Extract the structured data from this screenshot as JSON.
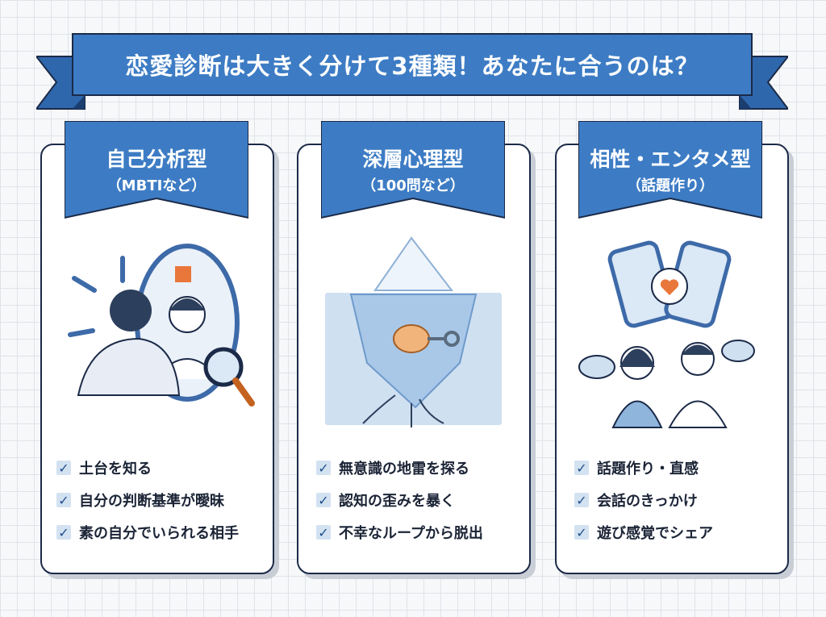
{
  "title": "恋愛診断は大きく分けて3種類！あなたに合うのは？",
  "colors": {
    "banner": "#3d7cc4",
    "banner_dark": "#22508f",
    "outline": "#1b2a48",
    "check_bg": "#d3e2f1"
  },
  "cards": [
    {
      "heading": "自己分析型",
      "subheading": "（MBTIなど）",
      "illustration": "mirror-self-analysis-icon",
      "items": [
        "土台を知る",
        "自分の判断基準が曖昧",
        "素の自分でいられる相手"
      ]
    },
    {
      "heading": "深層心理型",
      "subheading": "（100問など）",
      "illustration": "iceberg-brain-key-icon",
      "items": [
        "無意識の地雷を探る",
        "認知の歪みを暴く",
        "不幸なループから脱出"
      ]
    },
    {
      "heading": "相性・エンタメ型",
      "subheading": "（話題作り）",
      "illustration": "couple-chat-phones-icon",
      "items": [
        "話題作り・直感",
        "会話のきっかけ",
        "遊び感覚でシェア"
      ]
    }
  ]
}
